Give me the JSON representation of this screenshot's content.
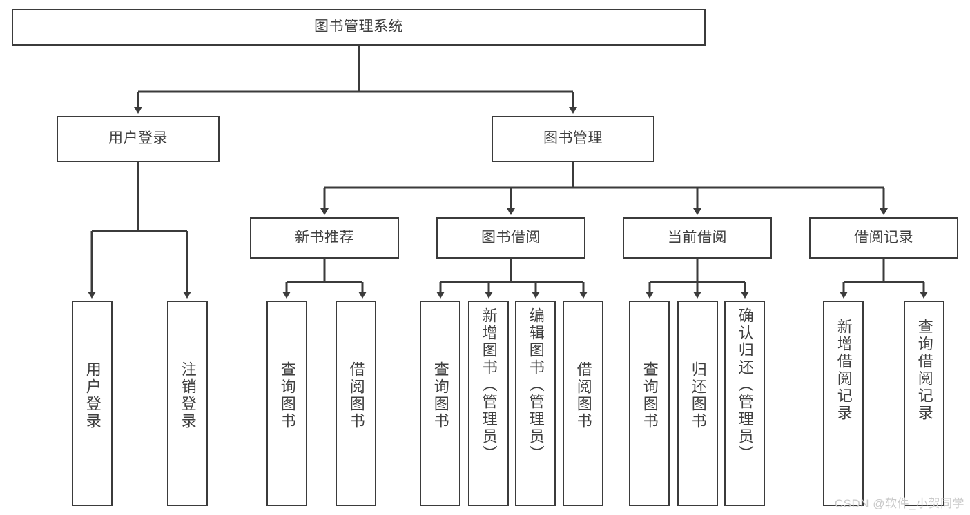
{
  "diagram": {
    "title": "图书管理系统",
    "type": "hierarchy-tree",
    "root": {
      "label": "图书管理系统"
    },
    "level2": [
      {
        "label": "用户登录"
      },
      {
        "label": "图书管理"
      }
    ],
    "level3": [
      {
        "label": "新书推荐"
      },
      {
        "label": "图书借阅"
      },
      {
        "label": "当前借阅"
      },
      {
        "label": "借阅记录"
      }
    ],
    "leaves": [
      {
        "label": "用户登录"
      },
      {
        "label": "注销登录"
      },
      {
        "label": "查询图书"
      },
      {
        "label": "借阅图书"
      },
      {
        "label": "查询图书"
      },
      {
        "label": "新增图书（管理员）"
      },
      {
        "label": "编辑图书（管理员）"
      },
      {
        "label": "借阅图书"
      },
      {
        "label": "查询图书"
      },
      {
        "label": "归还图书"
      },
      {
        "label": "确认归还（管理员）"
      },
      {
        "label": "新增借阅记录"
      },
      {
        "label": "查询借阅记录"
      }
    ]
  },
  "watermark": {
    "text": "CSDN @软件_小贺同学"
  },
  "colors": {
    "box_border": "#3b3b3b",
    "text": "#3f3f3f",
    "background": "#ffffff",
    "edge": "#3b3b3b",
    "watermark": "#c9c9c9"
  }
}
